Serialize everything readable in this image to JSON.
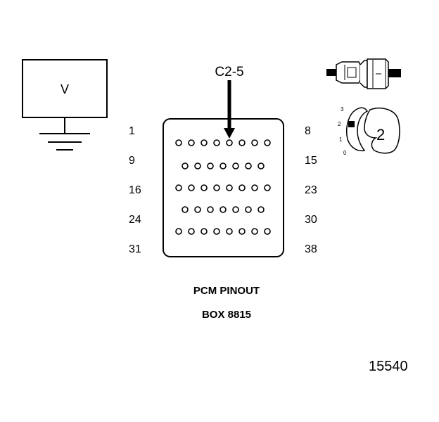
{
  "meter": {
    "label": "V"
  },
  "callout": {
    "label": "C2-5"
  },
  "pin_labels": {
    "left": [
      "1",
      "9",
      "16",
      "24",
      "31"
    ],
    "right": [
      "8",
      "15",
      "23",
      "30",
      "38"
    ]
  },
  "pin_rows": [
    8,
    7,
    8,
    7,
    8
  ],
  "highlighted_pin": 5,
  "title": {
    "line1": "PCM PINOUT",
    "line2": "BOX 8815"
  },
  "selector": {
    "positions": [
      "3",
      "2",
      "1",
      "0"
    ],
    "selected_display": "2"
  },
  "figure_number": "15540"
}
